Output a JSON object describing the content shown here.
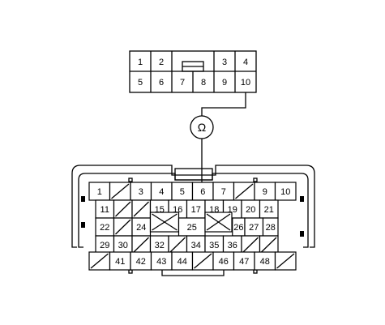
{
  "top_connector": {
    "row1": [
      "1",
      "2",
      "",
      "",
      "3",
      "4"
    ],
    "row2": [
      "5",
      "6",
      "7",
      "8",
      "9",
      "10"
    ]
  },
  "shield_symbol": "Ω",
  "main_connector": {
    "row1": [
      "1",
      "",
      "3",
      "4",
      "5",
      "6",
      "7",
      "",
      "9",
      "10"
    ],
    "row2": [
      "11",
      "",
      "",
      "15",
      "16",
      "17",
      "18",
      "19",
      "20",
      "21"
    ],
    "row3": [
      "22",
      "",
      "24",
      "",
      "25",
      "",
      "26",
      "27",
      "28"
    ],
    "row4": [
      "29",
      "30",
      "",
      "32",
      "",
      "34",
      "35",
      "36",
      "",
      ""
    ],
    "row5": [
      "",
      "41",
      "42",
      "43",
      "44",
      "",
      "46",
      "47",
      "48",
      ""
    ]
  }
}
